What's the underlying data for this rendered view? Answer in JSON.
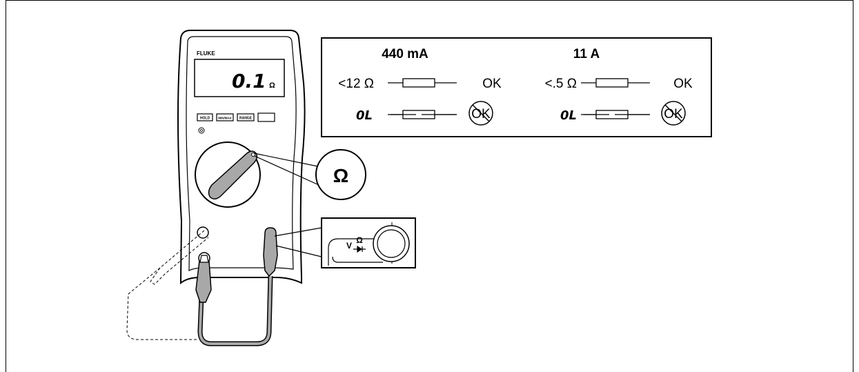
{
  "meter": {
    "brand": "FLUKE",
    "display_value": "0.1",
    "display_unit": "Ω",
    "buttons": [
      "HOLD",
      "MIN/MAX",
      "RANGE",
      ""
    ],
    "dial_callout": "Ω",
    "jack_label_v": "V",
    "jack_label_ohm": "Ω"
  },
  "fuse_table": {
    "col1": {
      "title": "440 mA",
      "ok_condition": "<12 Ω",
      "bad_condition": "0L",
      "ok_label": "OK",
      "bad_label": "OK"
    },
    "col2": {
      "title": "11 A",
      "ok_condition": "<.5 Ω",
      "bad_condition": "0L",
      "ok_label": "OK",
      "bad_label": "OK"
    }
  }
}
